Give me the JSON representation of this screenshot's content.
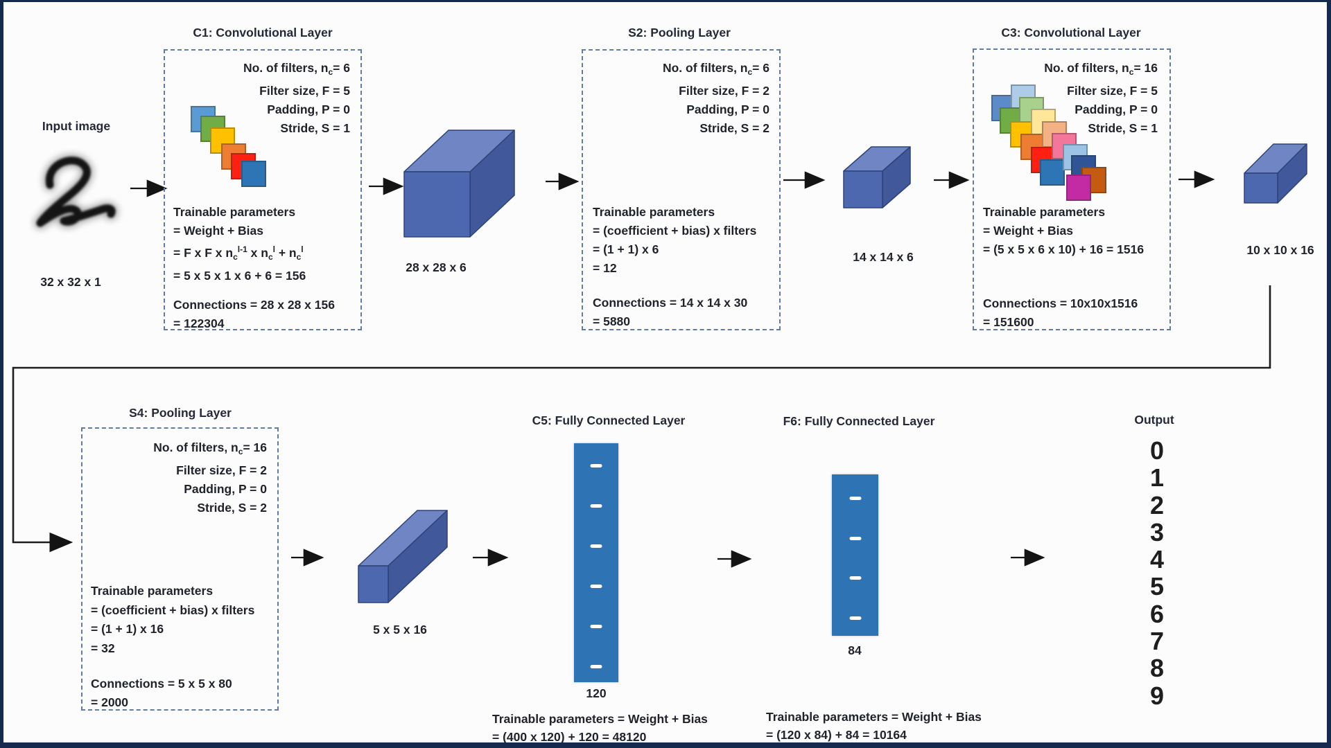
{
  "canvas": {
    "bg": "#fcfcfc",
    "frame_color": "#16294f",
    "arrow_color": "#141414",
    "dashed_border_color": "#5f7ca4"
  },
  "input": {
    "label": "Input image",
    "digit": "2",
    "digit_alt": "handwritten-digit-2",
    "dims": "32 x 32 x 1"
  },
  "layers": {
    "c1": {
      "title": "C1: Convolutional Layer",
      "nf_prefix": "No. of filters, n",
      "nf_sub": "c",
      "nf_rest": "= 6",
      "specs": [
        "Filter size, F = 5",
        "Padding, P = 0",
        "Stride, S = 1"
      ],
      "tp": [
        "Trainable parameters",
        "= Weight + Bias"
      ],
      "formula": {
        "p1": "= F x F x n",
        "s1": "c",
        "u1": "l-1",
        "p2": " x n",
        "s2": "c",
        "u2": "l",
        "p3": " + n",
        "s3": "c",
        "u3": "l"
      },
      "tp_result": "= 5 x 5 x 1 x 6 + 6 = 156",
      "conn": [
        "Connections = 28 x 28 x 156",
        "= 122304"
      ],
      "filter_colors": [
        "#5B9BD5",
        "#70AD47",
        "#FFC000",
        "#ED7D31",
        "#FF2012",
        "#2E75B6"
      ]
    },
    "s2": {
      "title": "S2: Pooling Layer",
      "nf_prefix": "No. of filters, n",
      "nf_sub": "c",
      "nf_rest": "= 6",
      "specs": [
        "Filter size, F = 2",
        "Padding, P = 0",
        "Stride, S = 2"
      ],
      "tp": [
        "Trainable parameters",
        "= (coefficient + bias) x filters",
        "= (1 + 1) x 6",
        "= 12"
      ],
      "conn": [
        "Connections = 14 x 14 x 30",
        "= 5880"
      ]
    },
    "c3": {
      "title": "C3: Convolutional Layer",
      "nf_prefix": "No. of filters, n",
      "nf_sub": "c",
      "nf_rest": "= 16",
      "specs": [
        "Filter size, F = 5",
        "Padding, P = 0",
        "Stride, S = 1"
      ],
      "tp": [
        "Trainable parameters",
        "= Weight + Bias",
        "= (5 x 5 x 6 x 10) + 16 = 1516"
      ],
      "conn": [
        "Connections = 10x10x1516",
        "= 151600"
      ],
      "filter_colors": [
        "#5B8BC9",
        "#AECBE8",
        "#70AD47",
        "#A9D18E",
        "#FFC000",
        "#FFE699",
        "#ED7D31",
        "#F4B183",
        "#FF2012",
        "#F2779B",
        "#2E75B6",
        "#9DC3E6",
        "#2F5597",
        "#C55A11",
        "#C32BA5"
      ]
    },
    "s4": {
      "title": "S4: Pooling Layer",
      "nf_prefix": "No. of filters, n",
      "nf_sub": "c",
      "nf_rest": "= 16",
      "specs": [
        "Filter size, F = 2",
        "Padding, P = 0",
        "Stride, S = 2"
      ],
      "tp": [
        "Trainable parameters",
        "= (coefficient + bias) x filters",
        "= (1 + 1) x 16",
        "= 32"
      ],
      "conn": [
        "Connections = 5 x 5 x 80",
        "= 2000"
      ]
    },
    "c5": {
      "title": "C5: Fully Connected Layer",
      "units": "120",
      "caption": [
        "Trainable parameters = Weight + Bias",
        "= (400 x 120) + 120 = 48120"
      ],
      "bar_color": "#2E74B5",
      "dash_count": 6
    },
    "f6": {
      "title": "F6: Fully Connected Layer",
      "units": "84",
      "caption": [
        "Trainable parameters = Weight + Bias",
        "= (120 x 84) + 84 = 10164"
      ],
      "bar_color": "#2E74B5",
      "dash_count": 4
    }
  },
  "feature_maps": {
    "m1": "28 x 28 x 6",
    "m2": "14 x 14 x 6",
    "m3": "10 x 10 x 16",
    "m4": "5 x 5 x 16",
    "cuboid_colors": {
      "top": "#7085C4",
      "front": "#4D68AF",
      "side": "#41589B",
      "stroke": "#2E4278"
    }
  },
  "output": {
    "title": "Output",
    "classes": [
      "0",
      "1",
      "2",
      "3",
      "4",
      "5",
      "6",
      "7",
      "8",
      "9"
    ]
  }
}
